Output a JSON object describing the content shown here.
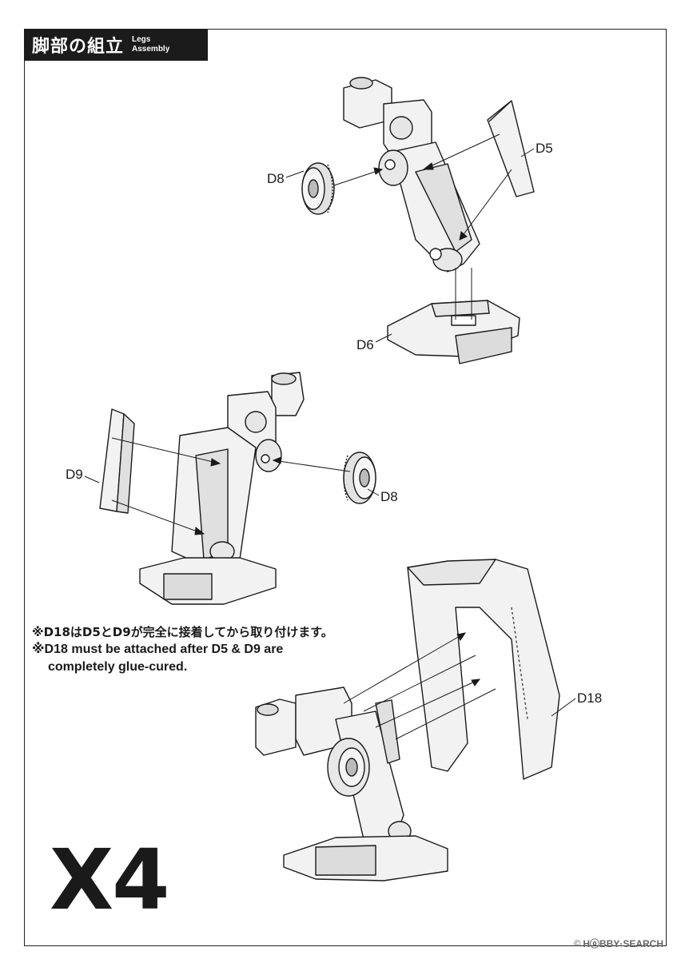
{
  "header": {
    "title_jp": "脚部の組立",
    "title_en_1": "Legs",
    "title_en_2": "Assembly"
  },
  "parts": {
    "d8_top": "D8",
    "d5": "D5",
    "d6": "D6",
    "d9": "D9",
    "d8_mid": "D8",
    "d18": "D18"
  },
  "note": {
    "jp": "※D18はD5とD9が完全に接着してから取り付けます。",
    "en_1": "※D18 must be attached after D5 & D9 are",
    "en_2": "completely glue-cured."
  },
  "multiplier": "X4",
  "watermark": {
    "symbol": "©",
    "brand": "HⓞBBY·SEARCH"
  }
}
